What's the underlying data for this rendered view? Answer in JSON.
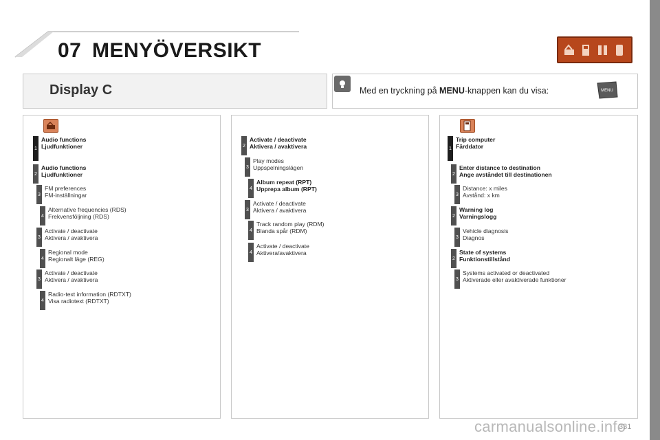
{
  "header": {
    "chapter_number": "07",
    "chapter_title": "MENYÖVERSIKT",
    "icons": [
      "audio-icon",
      "fuel-icon",
      "settings-icon",
      "phone-icon"
    ]
  },
  "display": {
    "title": "Display C",
    "menu_text_before": "Med en tryckning på ",
    "menu_text_bold": "MENU",
    "menu_text_after": "-knappen kan du visa:",
    "menu_key_label": "MENU"
  },
  "columns": [
    {
      "icon": "audio-icon",
      "items": [
        {
          "level": "1",
          "line1": "Audio functions",
          "line2": "Ljudfunktioner",
          "bold": true
        },
        {
          "level": "2",
          "line1": "Audio functions",
          "line2": "Ljudfunktioner",
          "bold": true
        },
        {
          "level": "3",
          "line1": "FM preferences",
          "line2": "FM-inställningar",
          "bold": false
        },
        {
          "level": "4",
          "line1": "Alternative frequencies (RDS)",
          "line2": "Frekvensföljning (RDS)",
          "bold": false
        },
        {
          "level": "3",
          "line1": "Activate / deactivate",
          "line2": "Aktivera / avaktivera",
          "bold": false
        },
        {
          "level": "4",
          "line1": "Regional mode",
          "line2": "Regionalt läge (REG)",
          "bold": false
        },
        {
          "level": "3",
          "line1": "Activate / deactivate",
          "line2": "Aktivera / avaktivera",
          "bold": false
        },
        {
          "level": "4",
          "line1": "Radio-text information (RDTXT)",
          "line2": "Visa radiotext (RDTXT)",
          "bold": false
        }
      ]
    },
    {
      "icon": "",
      "items": [
        {
          "level": "2",
          "line1": "Activate / deactivate",
          "line2": "Aktivera / avaktivera",
          "bold": true
        },
        {
          "level": "3",
          "line1": "Play modes",
          "line2": "Uppspelningslägen",
          "bold": false
        },
        {
          "level": "4",
          "line1": "Album repeat (RPT)",
          "line2": "Upprepa album (RPT)",
          "bold": true
        },
        {
          "level": "3",
          "line1": "Activate / deactivate",
          "line2": "Aktivera / avaktivera",
          "bold": false
        },
        {
          "level": "4",
          "line1": "Track random play (RDM)",
          "line2": "Blanda spår (RDM)",
          "bold": false
        },
        {
          "level": "4",
          "line1": "Activate / deactivate",
          "line2": "Aktivera/avaktivera",
          "bold": false
        }
      ]
    },
    {
      "icon": "fuel-icon",
      "items": [
        {
          "level": "1",
          "line1": "Trip computer",
          "line2": "Färddator",
          "bold": true
        },
        {
          "level": "2",
          "line1": "Enter distance to destination",
          "line2": "Ange avståndet till destinationen",
          "bold": true
        },
        {
          "level": "3",
          "line1": "Distance: x miles",
          "line2": "Avstånd: x km",
          "bold": false
        },
        {
          "level": "2",
          "line1": "Warning log",
          "line2": "Varningslogg",
          "bold": true
        },
        {
          "level": "3",
          "line1": "Vehicle diagnosis",
          "line2": "Diagnos",
          "bold": false
        },
        {
          "level": "2",
          "line1": "State of systems",
          "line2": "Funktionstillstånd",
          "bold": true
        },
        {
          "level": "3",
          "line1": "Systems activated or deactivated",
          "line2": "Aktiverade eller avaktiverade funktioner",
          "bold": false
        }
      ]
    }
  ],
  "footer": {
    "page_number": "331",
    "watermark": "carmanualsonline.info"
  }
}
